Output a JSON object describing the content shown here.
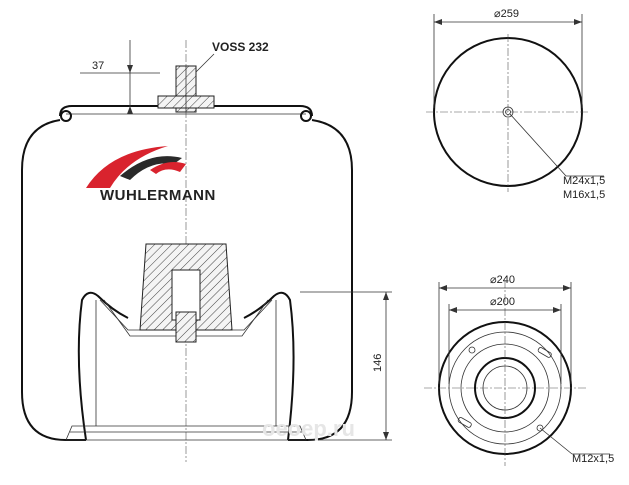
{
  "brand": {
    "name": "WUHLERMANN",
    "colors": {
      "logo_red": "#d9232e",
      "logo_dark": "#2a2a2a"
    }
  },
  "labels": {
    "fitting": "VOSS 232",
    "dim_height_top": "37",
    "dim_height_body": "146",
    "dia_top": "⌀259",
    "dia_bottom_outer": "⌀240",
    "dia_bottom_inner": "⌀200",
    "thread_1": "M24x1,5",
    "thread_2": "M16x1,5",
    "thread_3": "M12x1,5",
    "watermark": "oeoep.ru"
  }
}
